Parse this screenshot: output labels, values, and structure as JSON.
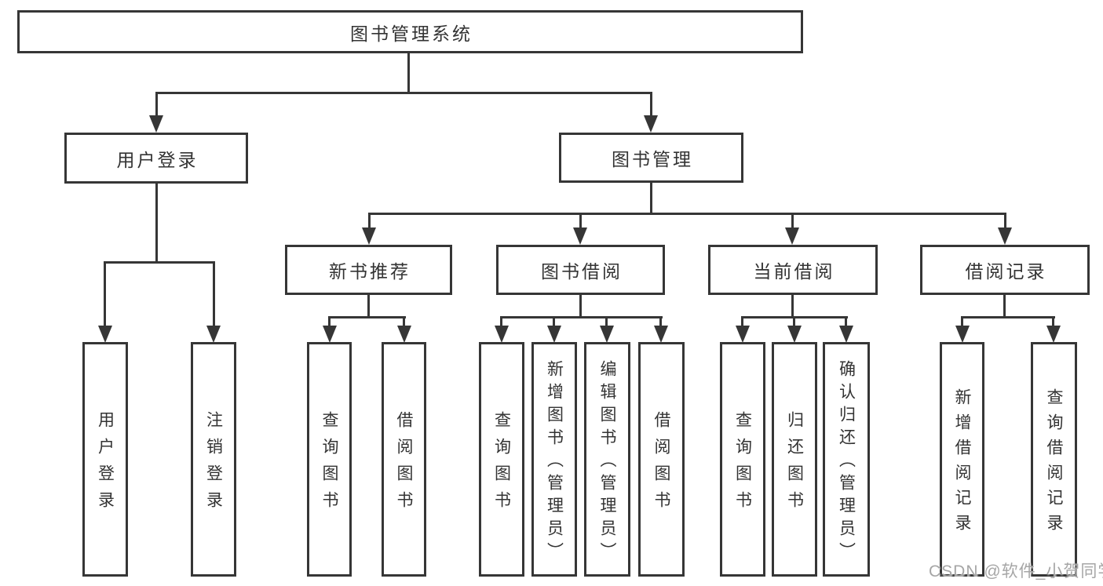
{
  "diagram": {
    "root": {
      "label": "图书管理系统"
    },
    "user_login": {
      "label": "用户登录",
      "children": [
        {
          "label": "用户登录"
        },
        {
          "label": "注销登录"
        }
      ]
    },
    "book_mgmt": {
      "label": "图书管理",
      "children": [
        {
          "label": "新书推荐",
          "children": [
            {
              "label": "查询图书"
            },
            {
              "label": "借阅图书"
            }
          ]
        },
        {
          "label": "图书借阅",
          "children": [
            {
              "label": "查询图书"
            },
            {
              "label": "新增图书（管理员）"
            },
            {
              "label": "编辑图书（管理员）"
            },
            {
              "label": "借阅图书"
            }
          ]
        },
        {
          "label": "当前借阅",
          "children": [
            {
              "label": "查询图书"
            },
            {
              "label": "归还图书"
            },
            {
              "label": "确认归还（管理员）"
            }
          ]
        },
        {
          "label": "借阅记录",
          "children": [
            {
              "label": "新增借阅记录"
            },
            {
              "label": "查询借阅记录"
            }
          ]
        }
      ]
    }
  },
  "watermark": {
    "text": "CSDN @软件_小贺同学"
  },
  "colors": {
    "line": "#363636",
    "text": "#333333",
    "box_background": "#ffffff",
    "watermark": "#a6a6a6",
    "background": "#ffffff"
  }
}
